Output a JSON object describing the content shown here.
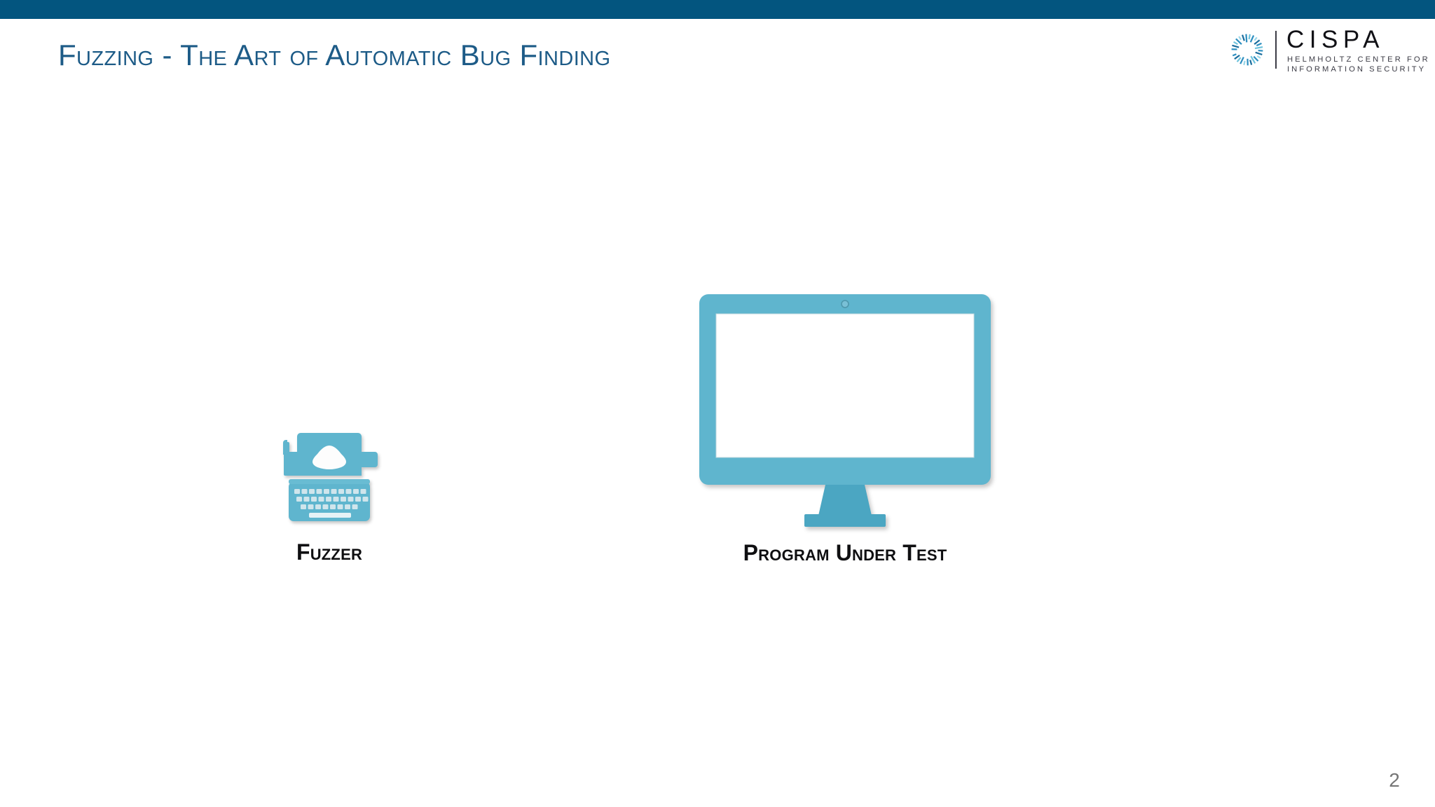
{
  "slide": {
    "accent_bar_color": "#03557F",
    "background_color": "#FFFFFF",
    "title": "Fuzzing - The Art of Automatic Bug Finding",
    "title_color": "#1D5B87",
    "page_number": "2"
  },
  "logo": {
    "name": "CISPA",
    "wordmark": "CISPA",
    "subtitle_line1": "HELMHOLTZ CENTER FOR",
    "subtitle_line2": "INFORMATION SECURITY",
    "mark_colors": [
      "#2E8FC0",
      "#6FC3DC",
      "#1B6E9E",
      "#9BD7E8"
    ]
  },
  "figures": [
    {
      "id": "fuzzer",
      "icon": "typewriter-icon",
      "label": "Fuzzer",
      "color": "#5FB5CE"
    },
    {
      "id": "program-under-test",
      "icon": "monitor-icon",
      "label": "Program Under Test",
      "color": "#5FB5CE",
      "screen_color": "#FFFFFF"
    }
  ]
}
